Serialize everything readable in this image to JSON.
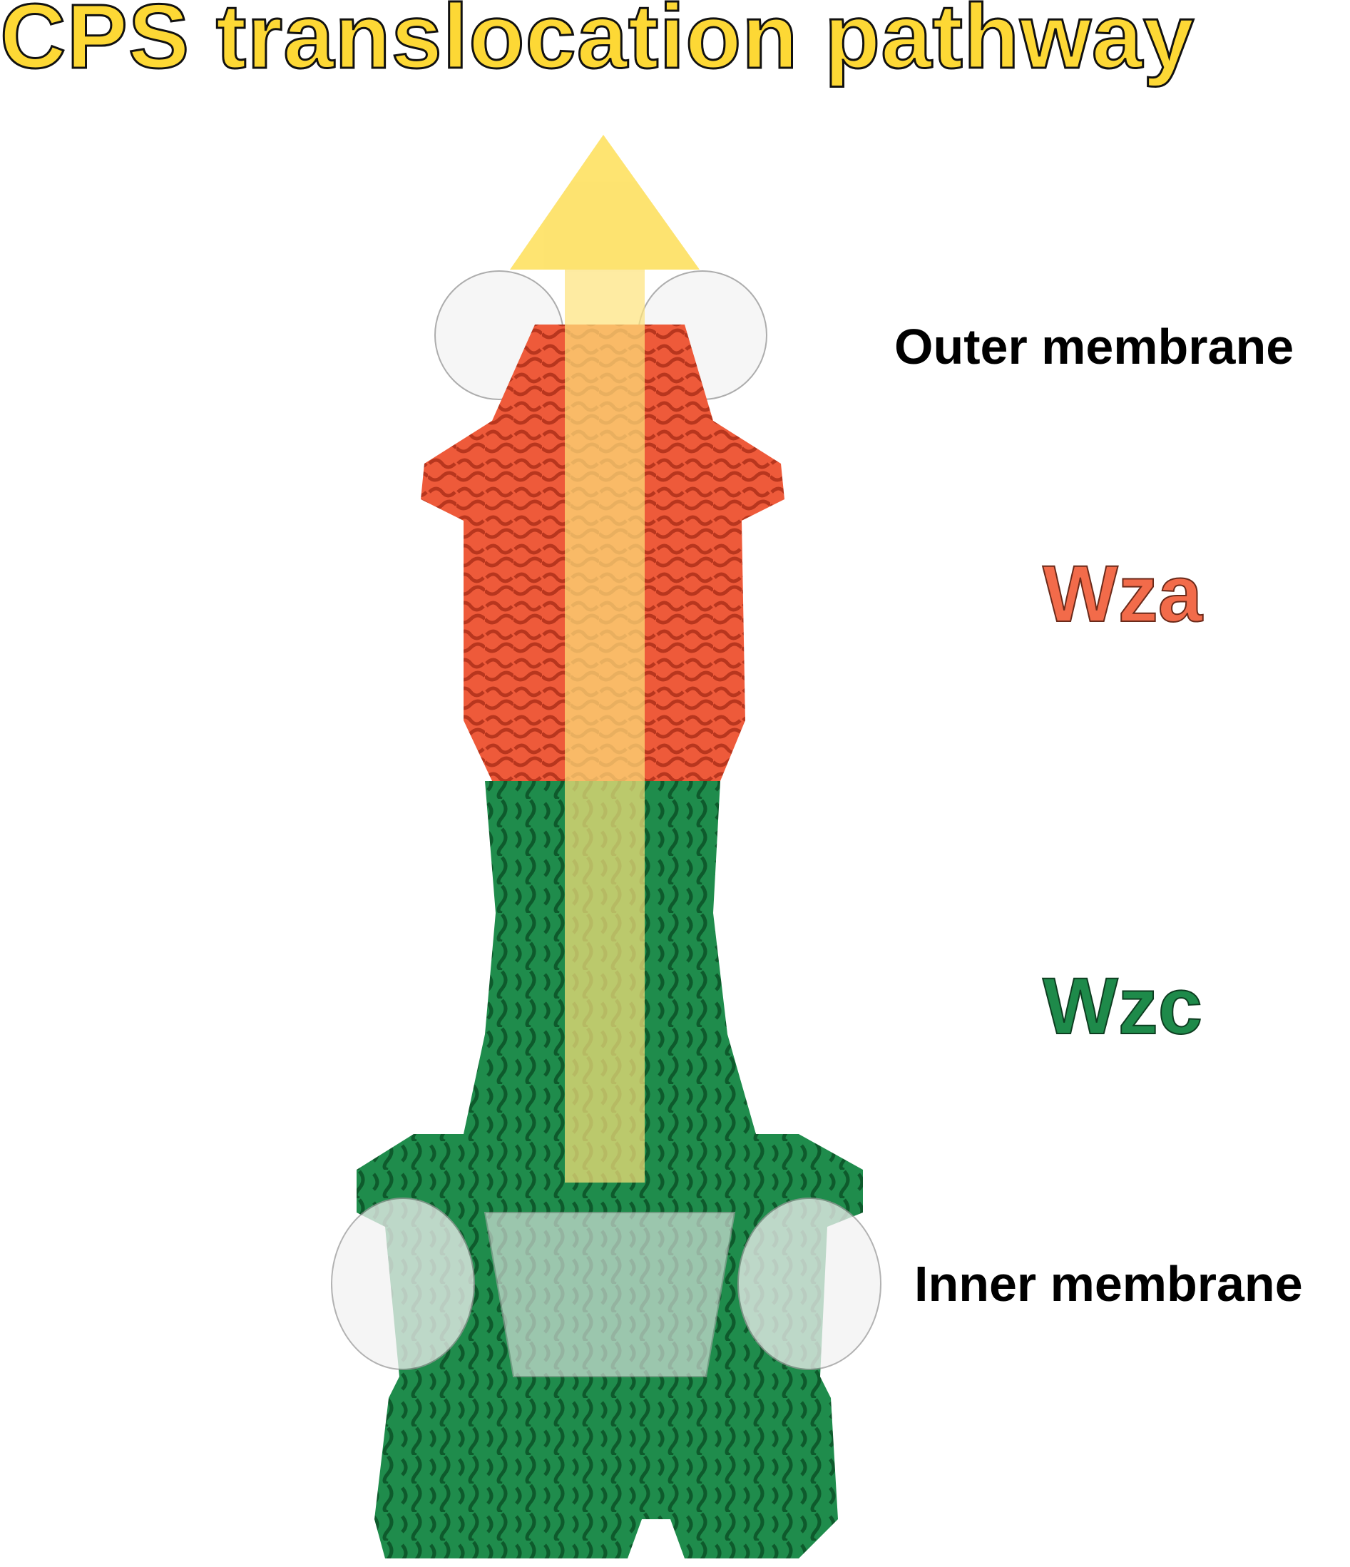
{
  "title": "CPS translocation pathway",
  "labels": {
    "outer_membrane": "Outer membrane",
    "wza": "Wza",
    "wzc": "Wzc",
    "inner_membrane": "Inner membrane"
  },
  "colors": {
    "title": "#FDD835",
    "wza": "#F26B4A",
    "wzc": "#1E8A4A",
    "arrow": "#FDD835"
  }
}
